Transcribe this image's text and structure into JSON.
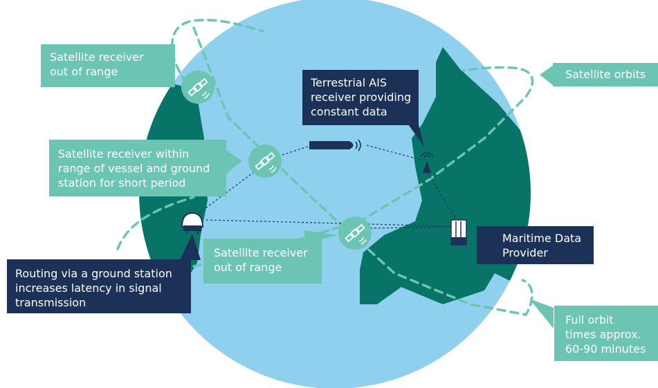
{
  "labels": {
    "sat_out_top": "Satellite receiver\nout of range",
    "terrestrial": "Terrestrial AIS\nreceiver providing\nconstant data",
    "sat_orbits": "Satellite orbits",
    "sat_within": "Satellite receiver within\nrange of vessel and ground\nstation for short period",
    "maritime": "Maritime Data\nProvider",
    "sat_out_bottom": "Satellite receiver\nout of range",
    "routing": "Routing via a ground station\nincreases latency in signal\ntransmission",
    "full_orbit": "Full orbit\ntimes approx.\n60-90 minutes"
  },
  "icons": [
    "satellite-icon",
    "ship-icon",
    "radio-waves-icon",
    "antenna-icon",
    "ground-station-icon",
    "data-server-icon"
  ],
  "colors": {
    "ocean": "#8fd0ef",
    "land": "#087468",
    "teal_label": "#6cc5b2",
    "navy_label": "#1b3158",
    "orbit": "#6cc5b2",
    "link": "#1b3158"
  }
}
